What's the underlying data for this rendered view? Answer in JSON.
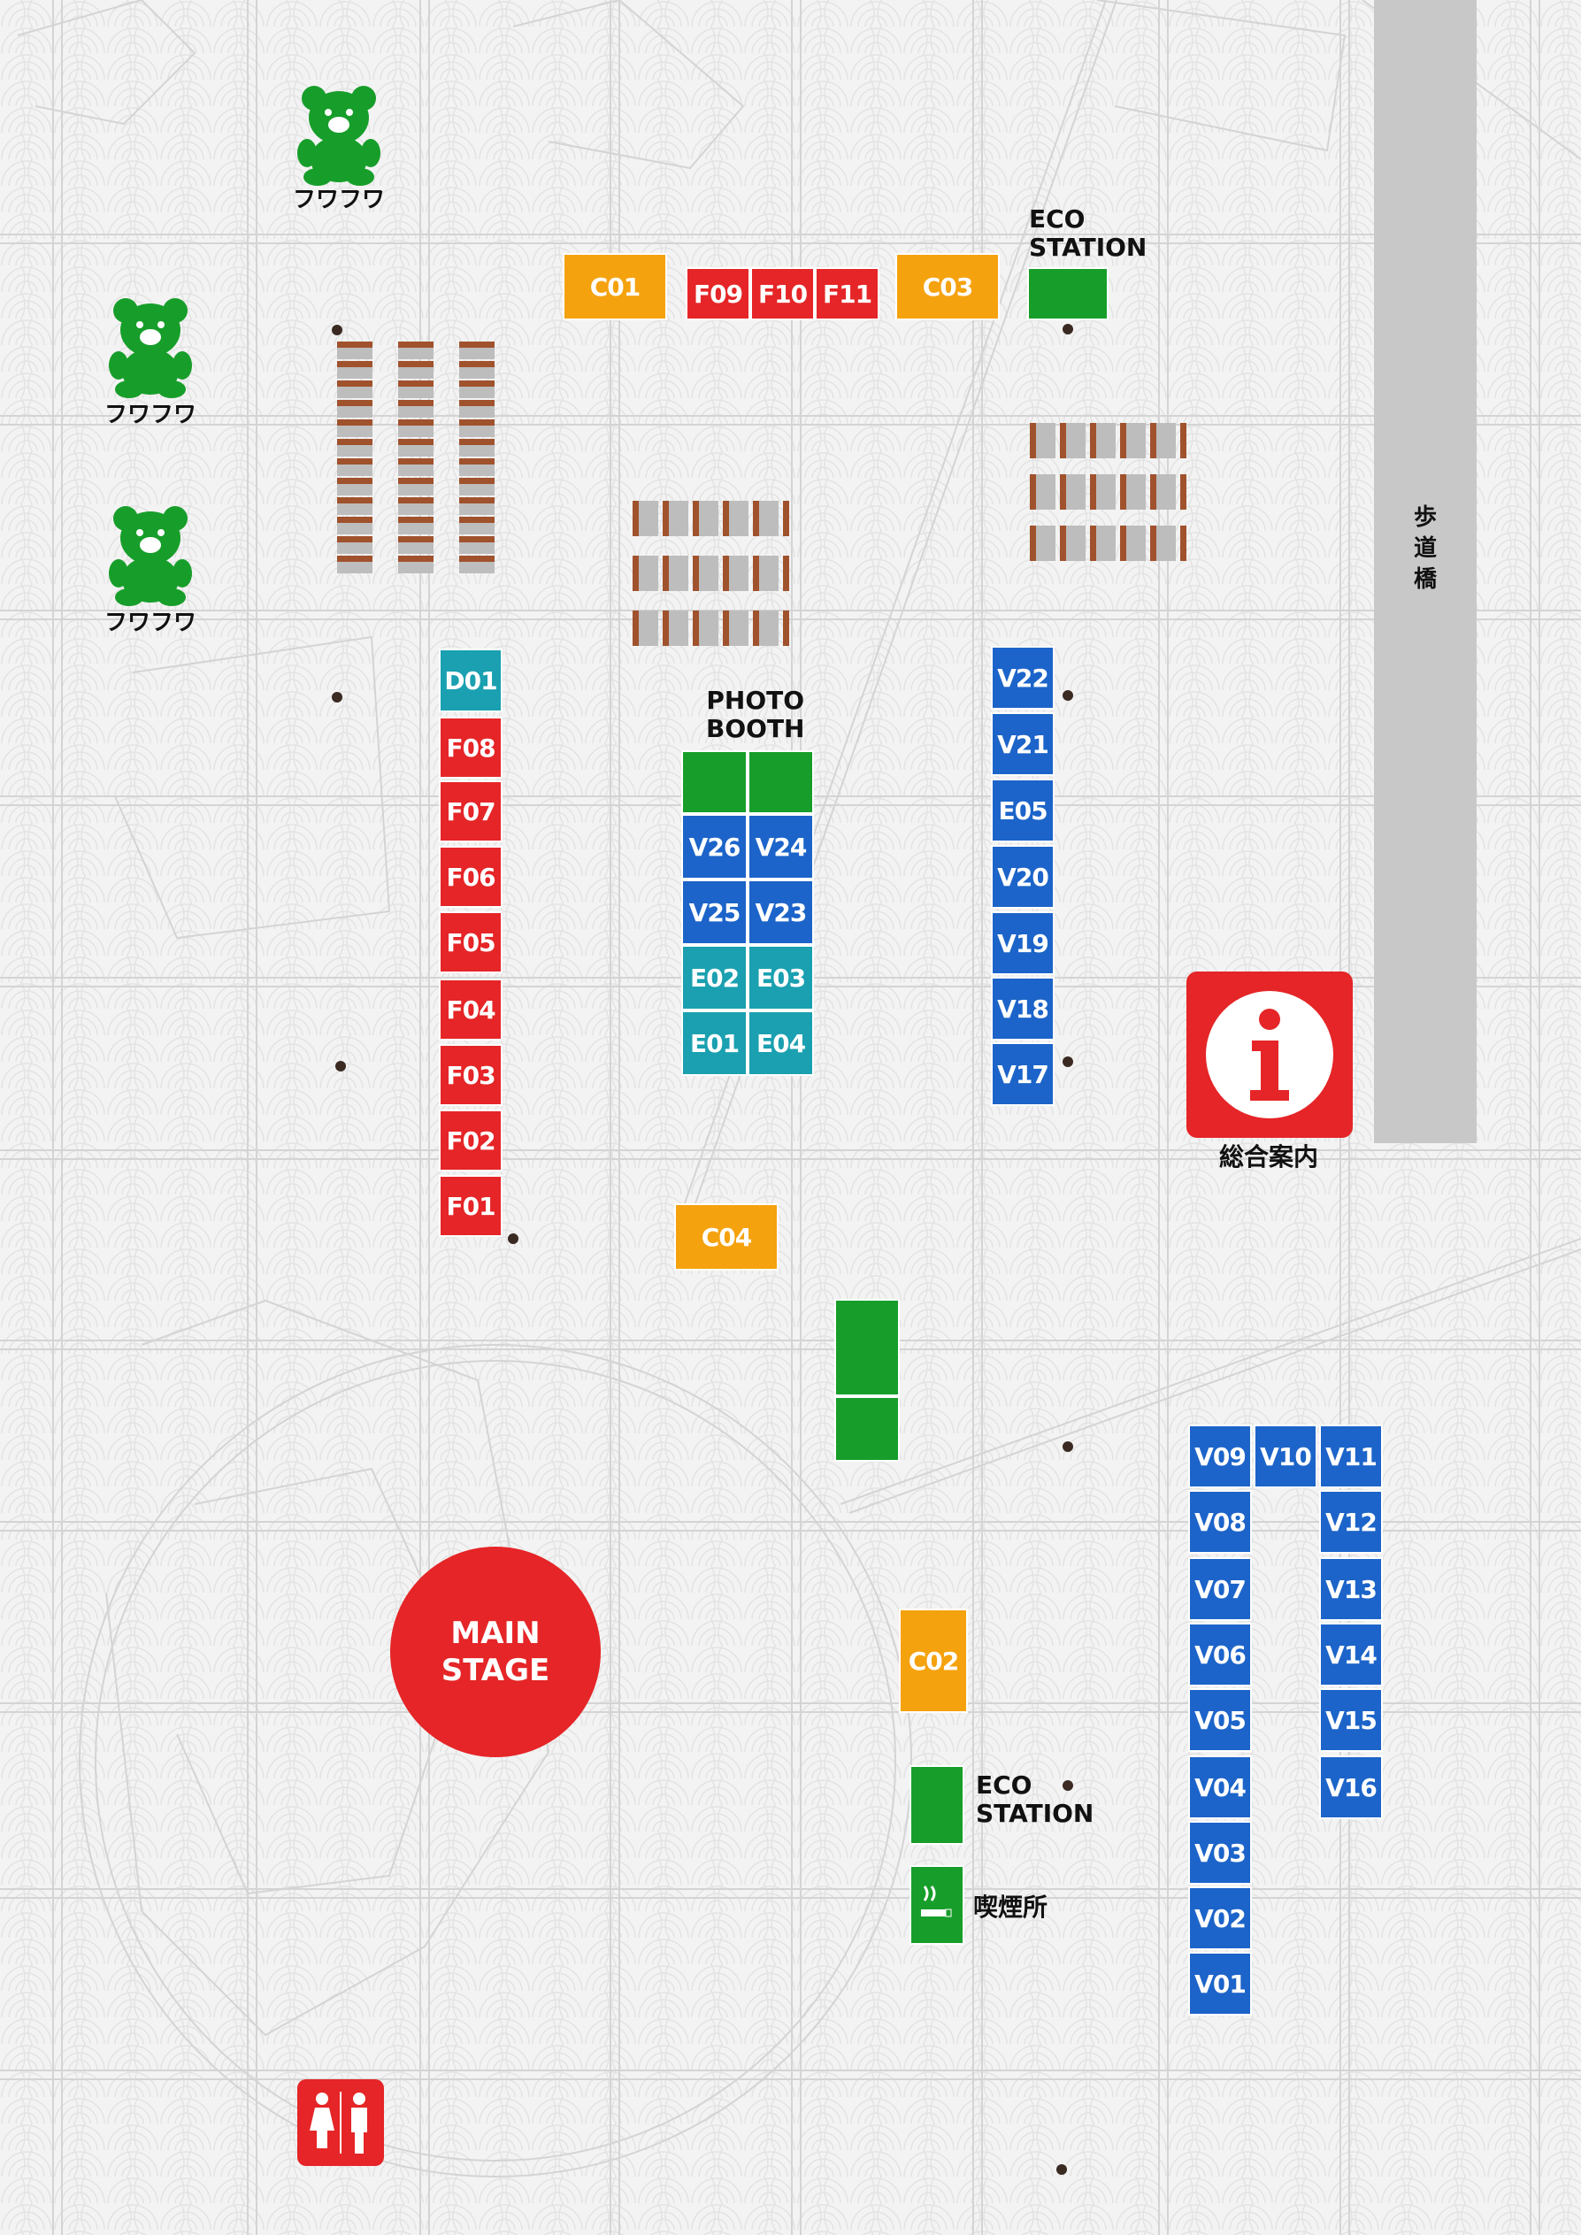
{
  "map": {
    "booths": [
      {
        "id": "C01",
        "color": "orange"
      },
      {
        "id": "F09",
        "color": "red"
      },
      {
        "id": "F10",
        "color": "red"
      },
      {
        "id": "F11",
        "color": "red"
      },
      {
        "id": "C03",
        "color": "orange"
      },
      {
        "id": "D01",
        "color": "teal"
      },
      {
        "id": "F08",
        "color": "red"
      },
      {
        "id": "F07",
        "color": "red"
      },
      {
        "id": "F06",
        "color": "red"
      },
      {
        "id": "F05",
        "color": "red"
      },
      {
        "id": "F04",
        "color": "red"
      },
      {
        "id": "F03",
        "color": "red"
      },
      {
        "id": "F02",
        "color": "red"
      },
      {
        "id": "F01",
        "color": "red"
      },
      {
        "id": "V26",
        "color": "blue"
      },
      {
        "id": "V24",
        "color": "blue"
      },
      {
        "id": "V25",
        "color": "blue"
      },
      {
        "id": "V23",
        "color": "blue"
      },
      {
        "id": "E02",
        "color": "teal"
      },
      {
        "id": "E03",
        "color": "teal"
      },
      {
        "id": "E01",
        "color": "teal"
      },
      {
        "id": "E04",
        "color": "teal"
      },
      {
        "id": "V22",
        "color": "blue"
      },
      {
        "id": "V21",
        "color": "blue"
      },
      {
        "id": "E05",
        "color": "blue"
      },
      {
        "id": "V20",
        "color": "blue"
      },
      {
        "id": "V19",
        "color": "blue"
      },
      {
        "id": "V18",
        "color": "blue"
      },
      {
        "id": "V17",
        "color": "blue"
      },
      {
        "id": "C04",
        "color": "orange"
      },
      {
        "id": "C02",
        "color": "orange"
      },
      {
        "id": "V09",
        "color": "blue"
      },
      {
        "id": "V10",
        "color": "blue"
      },
      {
        "id": "V11",
        "color": "blue"
      },
      {
        "id": "V08",
        "color": "blue"
      },
      {
        "id": "V12",
        "color": "blue"
      },
      {
        "id": "V07",
        "color": "blue"
      },
      {
        "id": "V13",
        "color": "blue"
      },
      {
        "id": "V06",
        "color": "blue"
      },
      {
        "id": "V14",
        "color": "blue"
      },
      {
        "id": "V05",
        "color": "blue"
      },
      {
        "id": "V15",
        "color": "blue"
      },
      {
        "id": "V04",
        "color": "blue"
      },
      {
        "id": "V16",
        "color": "blue"
      },
      {
        "id": "V03",
        "color": "blue"
      },
      {
        "id": "V02",
        "color": "blue"
      },
      {
        "id": "V01",
        "color": "blue"
      }
    ],
    "labels": {
      "eco_station_line1": "ECO",
      "eco_station_line2": "STATION",
      "photo_booth_line1": "PHOTO",
      "photo_booth_line2": "BOOTH",
      "main_stage_line1": "MAIN",
      "main_stage_line2": "STAGE",
      "info_desk": "総合案内",
      "smoking_area": "喫煙所",
      "pedestrian_bridge": "歩道橋",
      "fuwafuwa": "フワフワ"
    },
    "colors": {
      "red": "#e52527",
      "blue": "#1c64c9",
      "teal": "#1aa0b0",
      "orange": "#f5a20f",
      "green": "#179e2a",
      "background": "#f3f3f3"
    }
  }
}
